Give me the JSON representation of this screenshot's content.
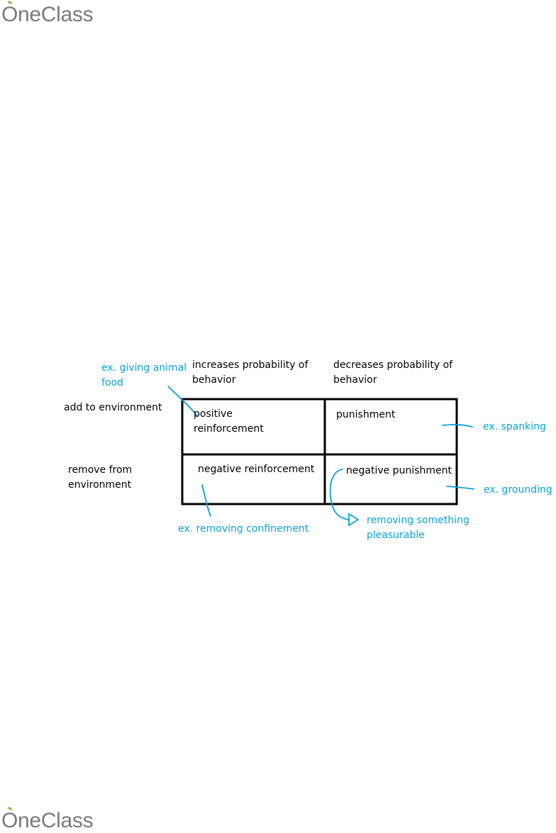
{
  "brand": {
    "name": "OneClass"
  },
  "colors": {
    "annotation": "#0aa1dd",
    "text": "#000000",
    "logo_leaf": "#8cc24a"
  },
  "table": {
    "col_headers": [
      "increases probability of\nbehavior",
      "decreases probability of\nbehavior"
    ],
    "row_headers": [
      "add to environment",
      "remove from\nenvironment"
    ],
    "cells": [
      [
        "positive\nreinforcement",
        "punishment"
      ],
      [
        "negative reinforcement",
        "negative punishment"
      ]
    ]
  },
  "annotations": {
    "giving_food": "ex. giving animal\nfood",
    "spanking": "ex. spanking",
    "grounding": "ex. grounding",
    "removing_confinement": "ex. removing confinement",
    "removing_pleasurable": "removing something\npleasurable"
  }
}
